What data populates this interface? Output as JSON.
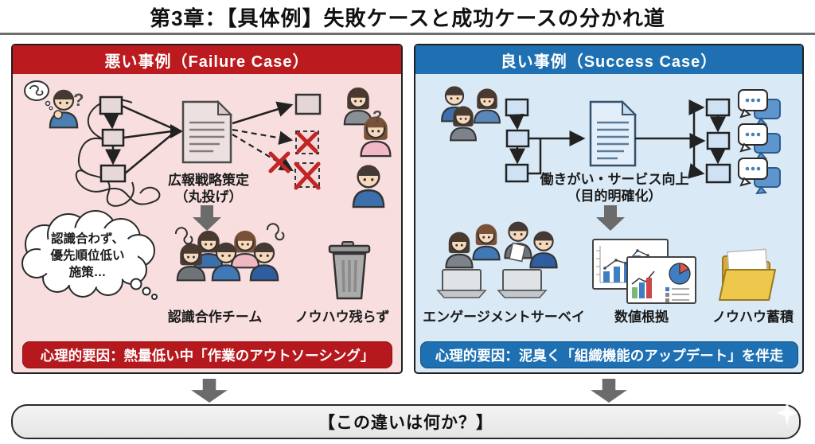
{
  "title": "第3章：【具体例】失敗ケースと成功ケースの分かれ道",
  "failure": {
    "header": "悪い事例（Failure Case）",
    "q1": "?",
    "q2": "?",
    "doc_label": "広報戦略策定\n（丸投げ）",
    "thought": "認識合わず、\n優先順位低い\n施策…",
    "team_label": "認識合作チーム",
    "trash_label": "ノウハウ残らず",
    "banner": "心理的要因：熱量低い中「作業のアウトソーシング」"
  },
  "success": {
    "header": "良い事例（Success Case）",
    "doc_label": "働きがい・サービス向上\n（目的明確化）",
    "survey_label": "エンゲージメントサーベイ",
    "evidence_label": "数値根拠",
    "folder_label": "ノウハウ蓄積",
    "banner": "心理的要因：泥臭く「組織機能のアップデート」を伴走"
  },
  "footer": {
    "question": "【この違いは何か？】"
  },
  "colors": {
    "failure_header_red": "#bb1a1e",
    "failure_bg_pink": "#f8dede",
    "failure_banner_red": "#b6191d",
    "success_header_blue": "#1e70b2",
    "success_bg_blue": "#d9e9f5",
    "cross_red": "#c32424",
    "arrow_gray": "#6b6b6b",
    "folder_yellow": "#eec84d",
    "footer_banner_gray": "#ededed"
  }
}
